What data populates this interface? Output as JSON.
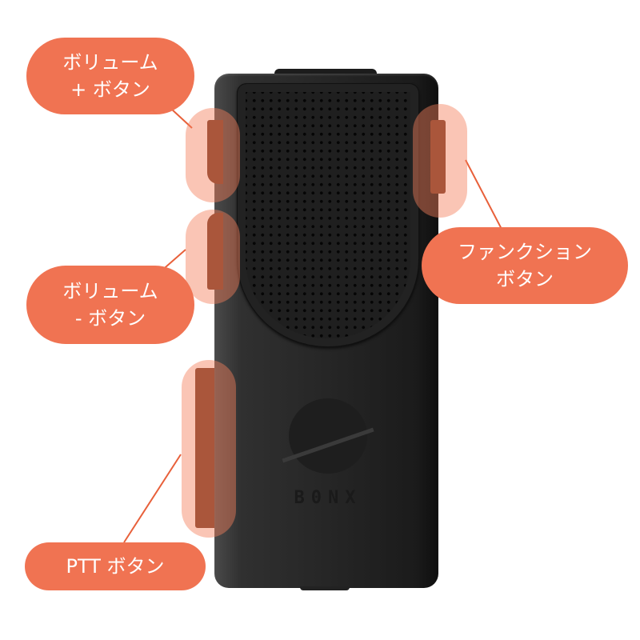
{
  "device": {
    "brand_logo_text": "B0NX",
    "body_color": "#262626"
  },
  "labels": {
    "volume_up": {
      "line1": "ボリューム",
      "line2": "+ ボタン"
    },
    "volume_down": {
      "line1": "ボリューム",
      "line2": "- ボタン"
    },
    "function": {
      "line1": "ファンクション",
      "line2": "ボタン"
    },
    "ptt": {
      "line1": "PTT ボタン"
    }
  },
  "colors": {
    "label_bg": "#f07352",
    "label_text": "#ffffff",
    "highlight": "#f7b8a3",
    "connector": "#e8603a"
  }
}
